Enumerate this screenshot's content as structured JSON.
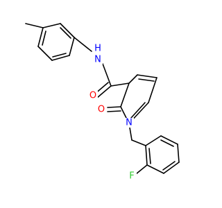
{
  "molecule": {
    "atom_labels": {
      "amide_nh": "N",
      "amide_h": "H",
      "amide_o": "O",
      "ring_o": "O",
      "ring_n": "N",
      "fluorine": "F"
    },
    "colors": {
      "bond": "#000000",
      "nitrogen": "#0000ff",
      "oxygen": "#ff0000",
      "fluorine": "#32cd32",
      "text": "#000000"
    }
  }
}
